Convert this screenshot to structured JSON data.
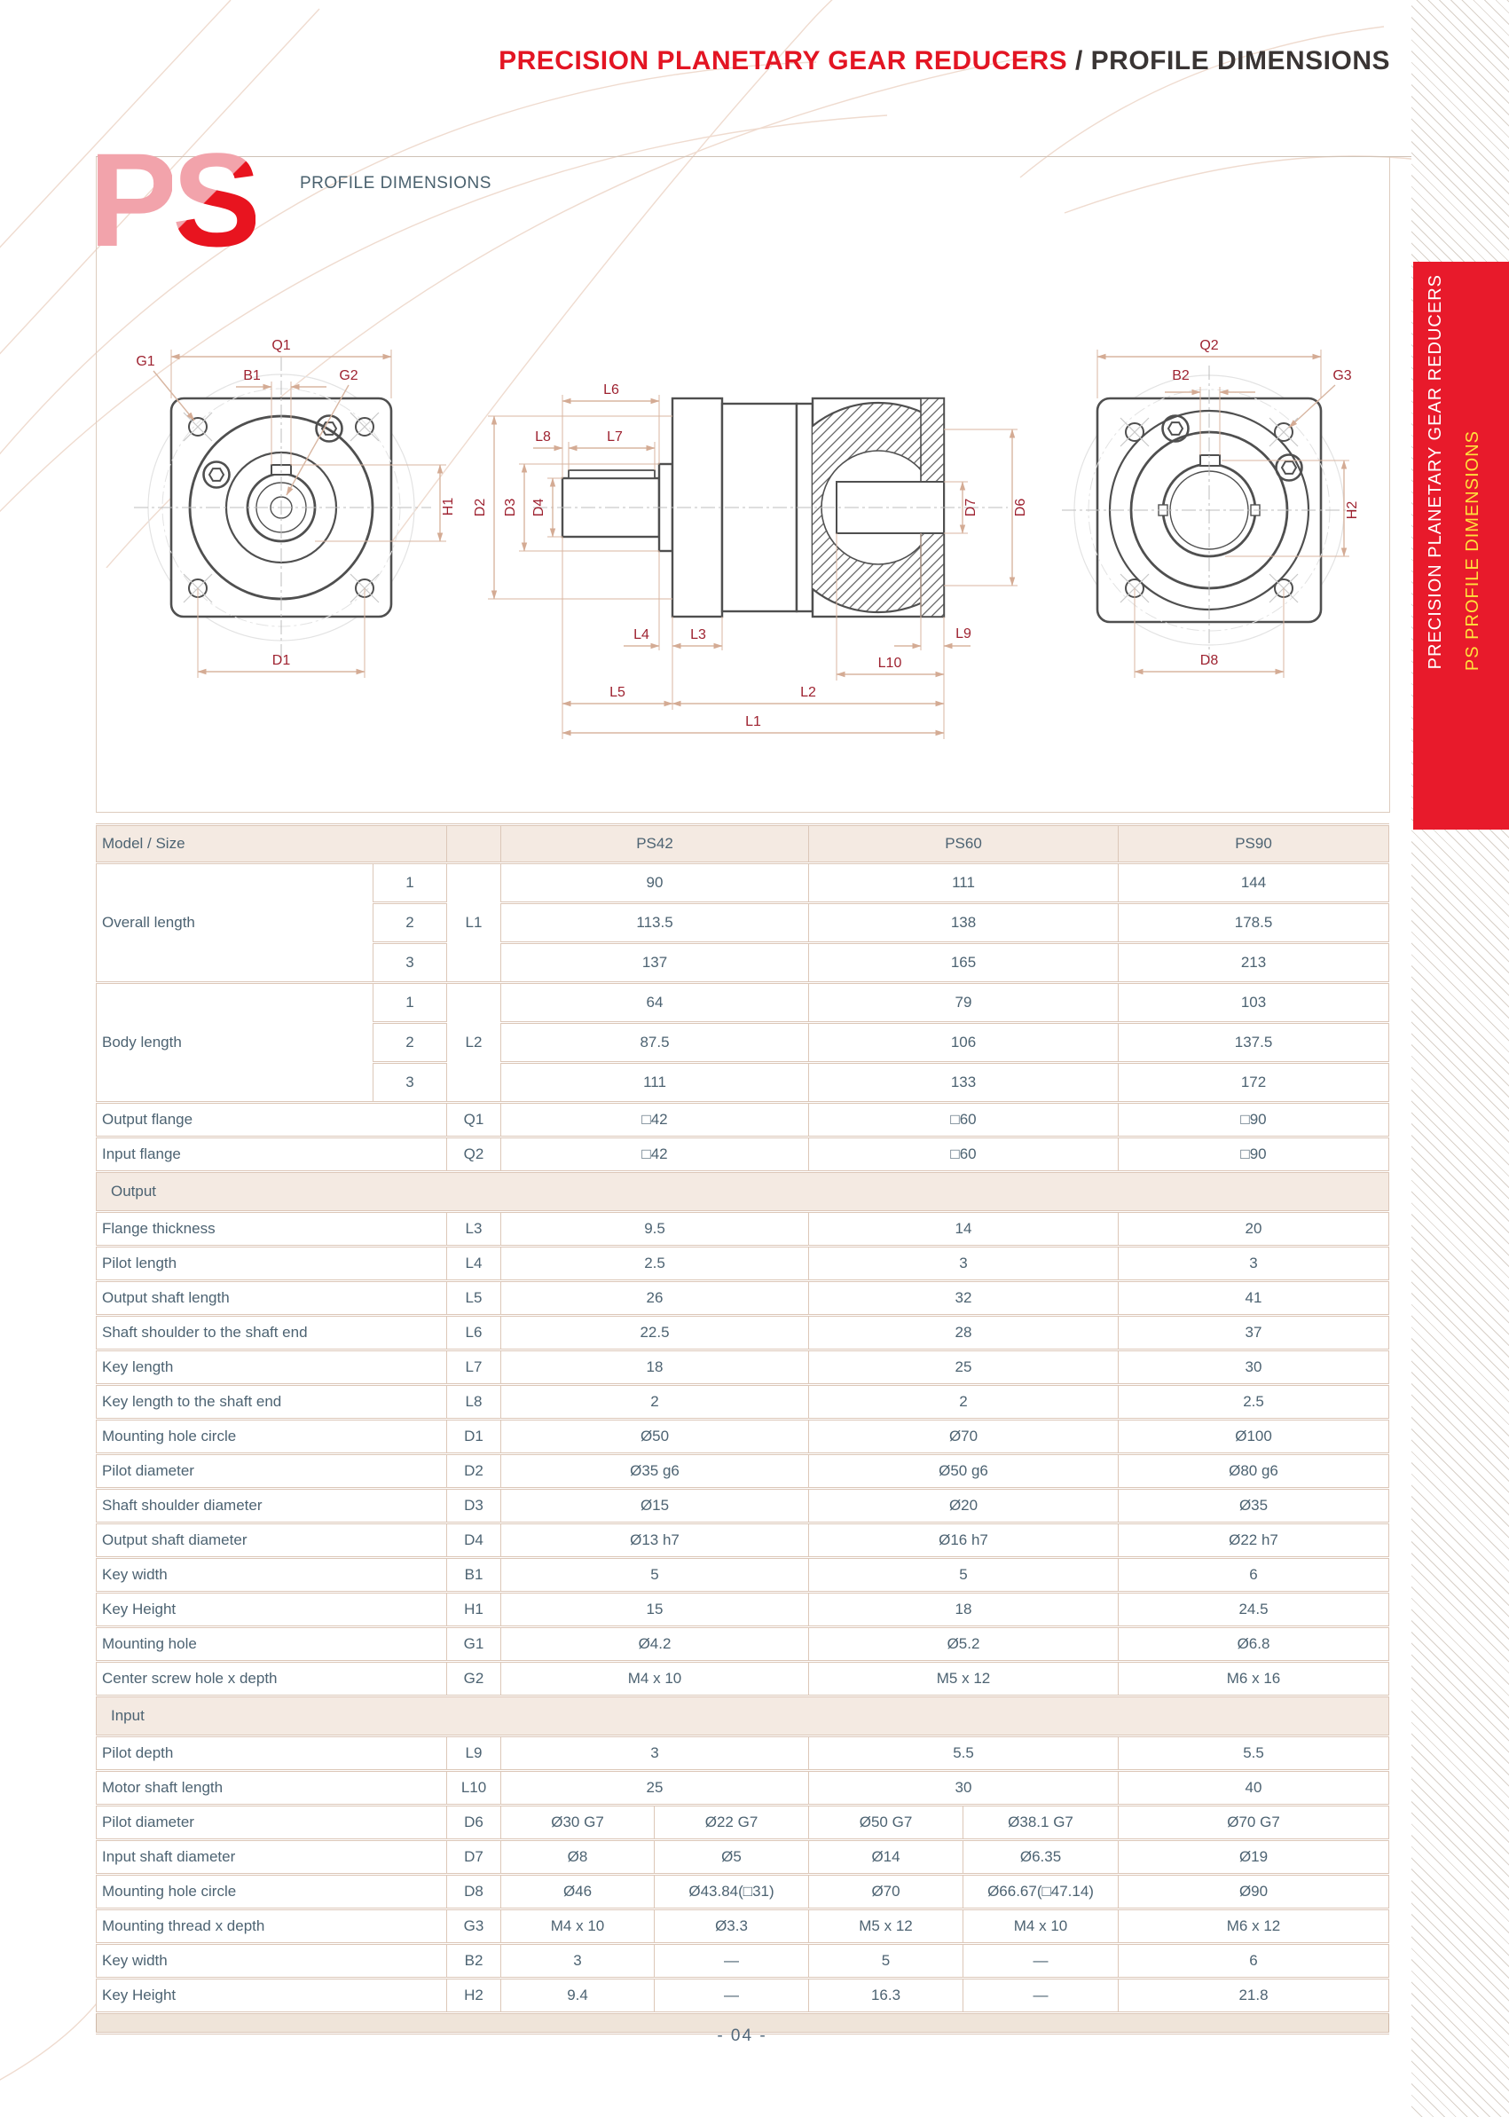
{
  "header": {
    "title_red": "PRECISION PLANETARY GEAR REDUCERS",
    "title_sep": " / ",
    "title_dark": "PROFILE DIMENSIONS"
  },
  "logo": {
    "p": "P",
    "s": "S",
    "subtitle": "PROFILE DIMENSIONS"
  },
  "sidebar": {
    "line1": "PRECISION PLANETARY GEAR REDUCERS",
    "line2": "PS  PROFILE DIMENSIONS"
  },
  "footer": {
    "page_number": "- 04 -"
  },
  "colors": {
    "accent_red": "#e81a2b",
    "sidebar_yellow": "#ffe13c",
    "logo_pink": "#f2a3ab",
    "table_border": "#dcc7b8",
    "table_text": "#4d6372",
    "dim_label": "#9e2230",
    "dim_line": "#d8b6a1"
  },
  "drawing": {
    "front": {
      "q1": "Q1",
      "g1": "G1",
      "b1": "B1",
      "g2": "G2",
      "h1": "H1",
      "d1": "D1"
    },
    "section": {
      "l6": "L6",
      "l8": "L8",
      "l7": "L7",
      "d2": "D2",
      "d3": "D3",
      "d4": "D4",
      "l4": "L4",
      "l3": "L3",
      "l9": "L9",
      "l10": "L10",
      "l5": "L5",
      "l2": "L2",
      "l1": "L1",
      "d7": "D7",
      "d6": "D6"
    },
    "rear": {
      "q2": "Q2",
      "b2": "B2",
      "g3": "G3",
      "h2": "H2",
      "d8": "D8"
    }
  },
  "table": {
    "header": {
      "label": "Model / Size",
      "columns": [
        "PS42",
        "PS60",
        "PS90"
      ]
    },
    "groups": [
      {
        "label": "Overall length",
        "sym": "L1",
        "subs": [
          "1",
          "2",
          "3"
        ],
        "values": [
          [
            "90",
            "111",
            "144"
          ],
          [
            "113.5",
            "138",
            "178.5"
          ],
          [
            "137",
            "165",
            "213"
          ]
        ]
      },
      {
        "label": "Body length",
        "sym": "L2",
        "subs": [
          "1",
          "2",
          "3"
        ],
        "values": [
          [
            "64",
            "79",
            "103"
          ],
          [
            "87.5",
            "106",
            "137.5"
          ],
          [
            "111",
            "133",
            "172"
          ]
        ]
      }
    ],
    "flange_rows": [
      {
        "label": "Output flange",
        "sym": "Q1",
        "values": [
          "□42",
          "□60",
          "□90"
        ]
      },
      {
        "label": "Input flange",
        "sym": "Q2",
        "values": [
          "□42",
          "□60",
          "□90"
        ]
      }
    ],
    "output_section": "Output",
    "output_rows": [
      {
        "label": "Flange thickness",
        "sym": "L3",
        "values": [
          "9.5",
          "14",
          "20"
        ]
      },
      {
        "label": "Pilot length",
        "sym": "L4",
        "values": [
          "2.5",
          "3",
          "3"
        ]
      },
      {
        "label": "Output shaft length",
        "sym": "L5",
        "values": [
          "26",
          "32",
          "41"
        ]
      },
      {
        "label": "Shaft shoulder to the shaft  end",
        "sym": "L6",
        "values": [
          "22.5",
          "28",
          "37"
        ]
      },
      {
        "label": "Key length",
        "sym": "L7",
        "values": [
          "18",
          "25",
          "30"
        ]
      },
      {
        "label": "Key length to the shaft end",
        "sym": "L8",
        "values": [
          "2",
          "2",
          "2.5"
        ]
      },
      {
        "label": "Mounting hole circle",
        "sym": "D1",
        "values": [
          "Ø50",
          "Ø70",
          "Ø100"
        ]
      },
      {
        "label": "Pilot diameter",
        "sym": "D2",
        "values": [
          "Ø35 g6",
          "Ø50 g6",
          "Ø80 g6"
        ]
      },
      {
        "label": "Shaft shoulder diameter",
        "sym": "D3",
        "values": [
          "Ø15",
          "Ø20",
          "Ø35"
        ]
      },
      {
        "label": "Output shaft diameter",
        "sym": "D4",
        "values": [
          "Ø13 h7",
          "Ø16 h7",
          "Ø22 h7"
        ]
      },
      {
        "label": "Key width",
        "sym": "B1",
        "values": [
          "5",
          "5",
          "6"
        ]
      },
      {
        "label": "Key Height",
        "sym": "H1",
        "values": [
          "15",
          "18",
          "24.5"
        ]
      },
      {
        "label": "Mounting hole",
        "sym": "G1",
        "values": [
          "Ø4.2",
          "Ø5.2",
          "Ø6.8"
        ]
      },
      {
        "label": "Center screw hole x depth",
        "sym": "G2",
        "values": [
          "M4 x 10",
          "M5 x 12",
          "M6 x 16"
        ]
      }
    ],
    "input_section": "Input",
    "input_rows_wide": [
      {
        "label": "Pilot depth",
        "sym": "L9",
        "values": [
          "3",
          "5.5",
          "5.5"
        ]
      },
      {
        "label": "Motor shaft length",
        "sym": "L10",
        "values": [
          "25",
          "30",
          "40"
        ]
      }
    ],
    "input_rows_split": [
      {
        "label": "Pilot diameter",
        "sym": "D6",
        "values": [
          "Ø30 G7",
          "Ø22 G7",
          "Ø50 G7",
          "Ø38.1 G7",
          "Ø70 G7"
        ]
      },
      {
        "label": "Input shaft diameter",
        "sym": "D7",
        "values": [
          "Ø8",
          "Ø5",
          "Ø14",
          "Ø6.35",
          "Ø19"
        ]
      },
      {
        "label": "Mounting hole circle",
        "sym": "D8",
        "values": [
          "Ø46",
          "Ø43.84(□31)",
          "Ø70",
          "Ø66.67(□47.14)",
          "Ø90"
        ]
      },
      {
        "label": "Mounting thread x depth",
        "sym": "G3",
        "values": [
          "M4 x 10",
          "Ø3.3",
          "M5 x 12",
          "M4 x 10",
          "M6 x 12"
        ]
      },
      {
        "label": "Key width",
        "sym": "B2",
        "values": [
          "3",
          "—",
          "5",
          "—",
          "6"
        ]
      },
      {
        "label": "Key Height",
        "sym": "H2",
        "values": [
          "9.4",
          "—",
          "16.3",
          "—",
          "21.8"
        ]
      }
    ]
  }
}
